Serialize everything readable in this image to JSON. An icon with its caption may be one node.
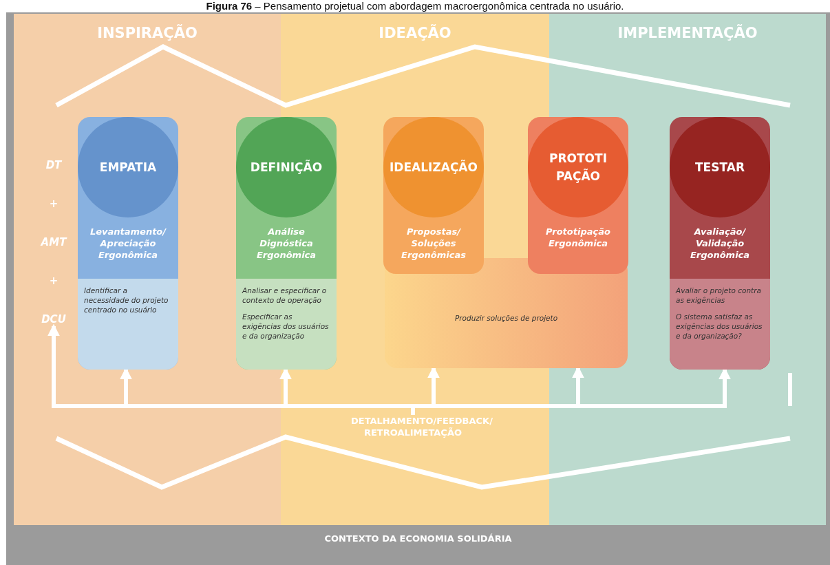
{
  "diagram": {
    "title": "**Figura 76** – Pensamento projetual com abordagem macroergonômica centrada no usuário.",
    "nodes": [
      {
        "text": [
          "CONTEXTO DA ECONOMIA SOLIDÁRIA"
        ]
      },
      {
        "text": [
          "INSPIRAÇÃO"
        ],
        "in": 0
      },
      {
        "text": [
          "IDEAÇÃO"
        ],
        "in": 0
      },
      {
        "text": [
          "IMPLEMENTAÇÃO"
        ],
        "in": 0
      },
      {
        "text": [
          "EMPATIA",
          "Levantamento/ Apreciação Ergonômica",
          "Identificar a necessidade do projeto centrado no usuário"
        ],
        "in": 1
      },
      {
        "text": [
          "DEFINIÇÃO",
          "Análise Dignóstica Ergonômica",
          "Analisar e especificar o contexto de operação",
          "Especificar as exigências dos usuários e da organização"
        ],
        "in": 0
      },
      {
        "text": [
          "IDEALIZAÇÃO",
          "Propostas/ Soluções Ergonômicas"
        ],
        "in": 2
      },
      {
        "text": [
          "PROTOTI PAÇÃO",
          "Prototipação Ergonômica"
        ],
        "in": 0
      },
      {
        "text": [
          "Produzir soluções de projeto"
        ],
        "in": 0
      },
      {
        "text": [
          "TESTAR",
          "Avaliação/ Validação Ergonômica",
          "Avaliar o projeto contra as exigências",
          "O sistema satisfaz as exigências dos usuários e da organização?"
        ],
        "in": 3
      },
      {
        "text": [
          "DETALHAMENTO/FEEDBACK/ RETROALIMETAÇÃO"
        ],
        "in": 2
      },
      {
        "text": [
          "DT",
          "+",
          "AMT",
          "+",
          "DCU"
        ],
        "in": 1
      }
    ],
    "edges": [
      {
        "from": 10,
        "to": 4,
        "arrow": "to"
      },
      {
        "from": 10,
        "to": 5,
        "arrow": "to"
      },
      {
        "from": 10,
        "to": 8,
        "arrow": "to"
      },
      {
        "from": 10,
        "to": 8,
        "arrow": "to"
      },
      {
        "from": 10,
        "to": 9,
        "arrow": "to"
      },
      {
        "from": 10,
        "to": 11,
        "arrow": "to"
      }
    ]
  }
}
